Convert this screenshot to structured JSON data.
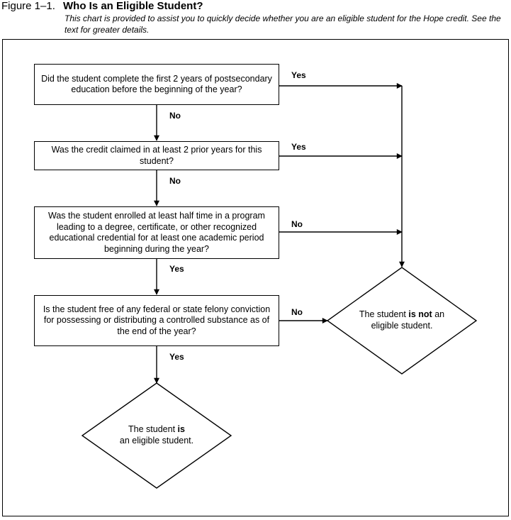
{
  "figure": {
    "number": "Figure 1–1.",
    "title": "Who Is an Eligible Student?",
    "caption": "This chart is provided to assist you to quickly decide whether you are an eligible student for the Hope credit. See the text for greater details."
  },
  "questions": [
    {
      "text": "Did the student complete the first 2 years of postsecondary education before the beginning of the year?",
      "right_label": "Yes",
      "down_label": "No"
    },
    {
      "text": "Was the credit claimed in at least 2 prior years for this student?",
      "right_label": "Yes",
      "down_label": "No"
    },
    {
      "text": "Was the student enrolled at least half time in a program leading to a degree, certificate, or other recognized educational credential for at least one academic period beginning during the year?",
      "right_label": "No",
      "down_label": "Yes"
    },
    {
      "text": "Is the student free of any federal or state felony conviction for possessing or distributing a controlled substance as of the end of the year?",
      "right_label": "No",
      "down_label": "Yes"
    }
  ],
  "outcomes": {
    "not_eligible": {
      "before": "The student ",
      "bold": "is not",
      "after": " an eligible student."
    },
    "eligible": {
      "before": "The student ",
      "bold": "is",
      "after": "an eligible student."
    }
  }
}
